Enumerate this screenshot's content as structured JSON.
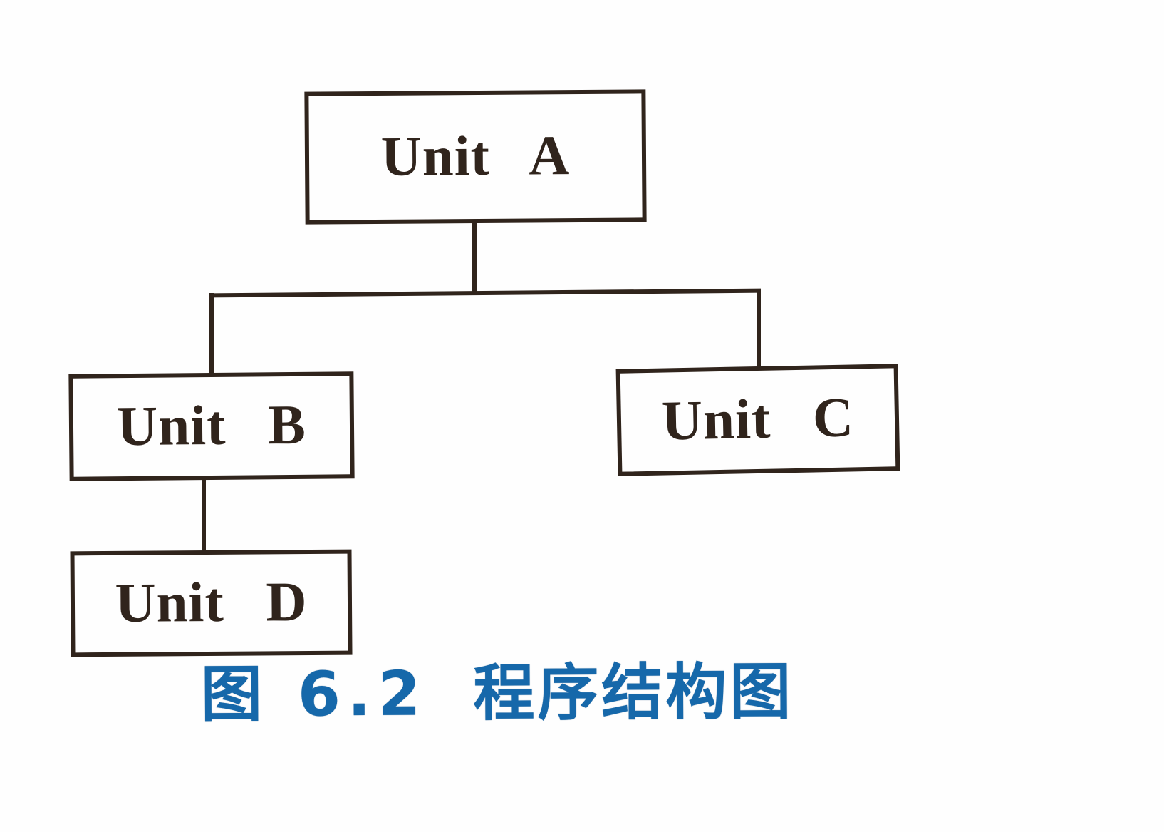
{
  "figure": {
    "type": "hierarchy-diagram",
    "caption": {
      "label": "图 6.2",
      "title": "程序结构图"
    },
    "nodes": [
      {
        "id": "unit-a",
        "label": "Unit A"
      },
      {
        "id": "unit-b",
        "label": "Unit B"
      },
      {
        "id": "unit-c",
        "label": "Unit C"
      },
      {
        "id": "unit-d",
        "label": "Unit D"
      }
    ],
    "edges": [
      {
        "from": "unit-a",
        "to": "unit-b"
      },
      {
        "from": "unit-a",
        "to": "unit-c"
      },
      {
        "from": "unit-b",
        "to": "unit-d"
      }
    ],
    "colors": {
      "ink": "#30241c",
      "caption": "#1668aa",
      "paper": "#fefefe"
    }
  }
}
